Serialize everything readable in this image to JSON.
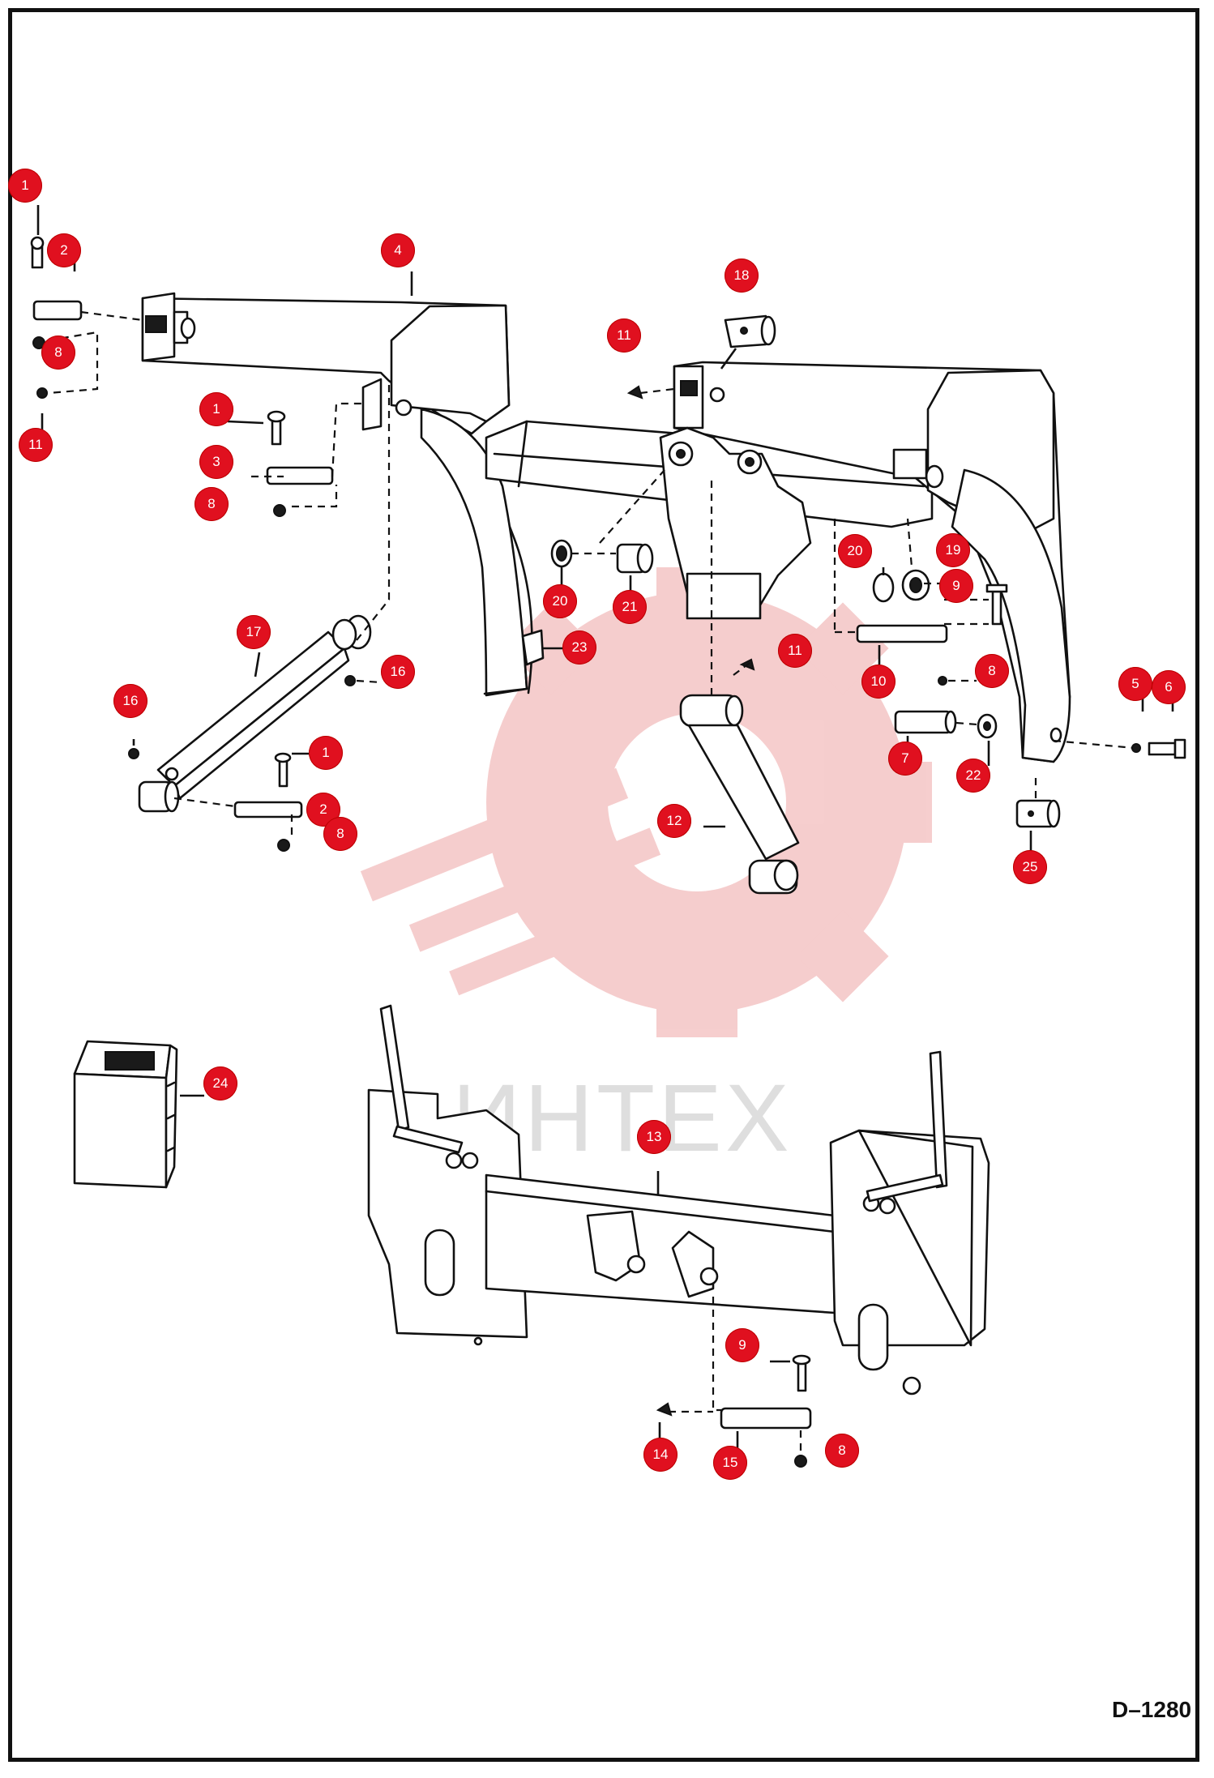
{
  "watermark": {
    "text": "ИНТЕХ"
  },
  "drawing_number": "D–1280",
  "callouts": [
    {
      "id": "c1a",
      "label": "1"
    },
    {
      "id": "c2a",
      "label": "2"
    },
    {
      "id": "c8a",
      "label": "8"
    },
    {
      "id": "c11a",
      "label": "11"
    },
    {
      "id": "c4",
      "label": "4"
    },
    {
      "id": "c1b",
      "label": "1"
    },
    {
      "id": "c3",
      "label": "3"
    },
    {
      "id": "c8b",
      "label": "8"
    },
    {
      "id": "c18",
      "label": "18"
    },
    {
      "id": "c11b",
      "label": "11"
    },
    {
      "id": "c20a",
      "label": "20"
    },
    {
      "id": "c21",
      "label": "21"
    },
    {
      "id": "c20b",
      "label": "20"
    },
    {
      "id": "c19",
      "label": "19"
    },
    {
      "id": "c9a",
      "label": "9"
    },
    {
      "id": "c17",
      "label": "17"
    },
    {
      "id": "c16a",
      "label": "16"
    },
    {
      "id": "c23",
      "label": "23"
    },
    {
      "id": "c11c",
      "label": "11"
    },
    {
      "id": "c10",
      "label": "10"
    },
    {
      "id": "c8c",
      "label": "8"
    },
    {
      "id": "c5",
      "label": "5"
    },
    {
      "id": "c6",
      "label": "6"
    },
    {
      "id": "c16b",
      "label": "16"
    },
    {
      "id": "c1c",
      "label": "1"
    },
    {
      "id": "c7",
      "label": "7"
    },
    {
      "id": "c22",
      "label": "22"
    },
    {
      "id": "c2b",
      "label": "2"
    },
    {
      "id": "c8d",
      "label": "8"
    },
    {
      "id": "c12",
      "label": "12"
    },
    {
      "id": "c25",
      "label": "25"
    },
    {
      "id": "c24",
      "label": "24"
    },
    {
      "id": "c13",
      "label": "13"
    },
    {
      "id": "c9b",
      "label": "9"
    },
    {
      "id": "c14",
      "label": "14"
    },
    {
      "id": "c15",
      "label": "15"
    },
    {
      "id": "c8e",
      "label": "8"
    }
  ]
}
